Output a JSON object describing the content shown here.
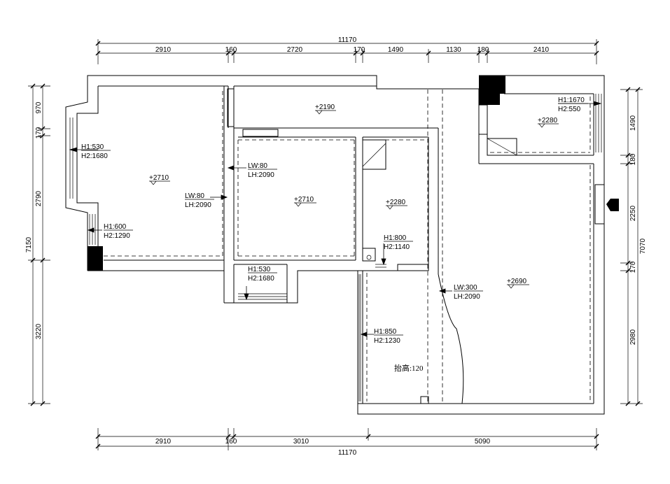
{
  "dimensions": {
    "top_total": "11170",
    "top_segments": [
      "2910",
      "160",
      "2720",
      "170",
      "1490",
      "1130",
      "180",
      "2410"
    ],
    "bottom_segments": [
      "2910",
      "160",
      "3010",
      "5090"
    ],
    "bottom_total": "11170",
    "left_segments": [
      "970",
      "170",
      "2790",
      "3220"
    ],
    "left_total": "7150",
    "right_segments": [
      "1490",
      "180",
      "2250",
      "170",
      "2980"
    ],
    "right_total": "7070"
  },
  "levels": {
    "hall": "+2190",
    "left_room": "+2710",
    "middle_room": "+2710",
    "bath": "+2280",
    "top_right": "+2280",
    "big_room": "+2690"
  },
  "annotations": {
    "win_left_h1": "H1:530",
    "win_left_h2": "H2:1680",
    "win_left2_h1": "H1:600",
    "win_left2_h2": "H2:1290",
    "door_a_lw": "LW:80",
    "door_a_lh": "LH:2090",
    "door_b_lw": "LW:80",
    "door_b_lh": "LH:2090",
    "win_bottom_h1": "H1:530",
    "win_bottom_h2": "H2:1680",
    "win_bath_h1": "H1:800",
    "win_bath_h2": "H2:1140",
    "door_c_lw": "LW:300",
    "door_c_lh": "LH:2090",
    "win_lower_h1": "H1:850",
    "win_lower_h2": "H2:1230",
    "win_topright_h1": "H1:1670",
    "win_topright_h2": "H2:550",
    "step_note": "抬高:120"
  }
}
